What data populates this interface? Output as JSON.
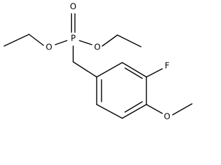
{
  "structure": {
    "atoms": {
      "phosphorus": "P",
      "oxo_oxygen": "O",
      "ester_oxygen_left": "O",
      "ester_oxygen_right": "O",
      "fluorine": "F",
      "methoxy_oxygen": "O"
    },
    "colors": {
      "bond": "#000000",
      "label": "#000000",
      "background": "#ffffff"
    }
  }
}
